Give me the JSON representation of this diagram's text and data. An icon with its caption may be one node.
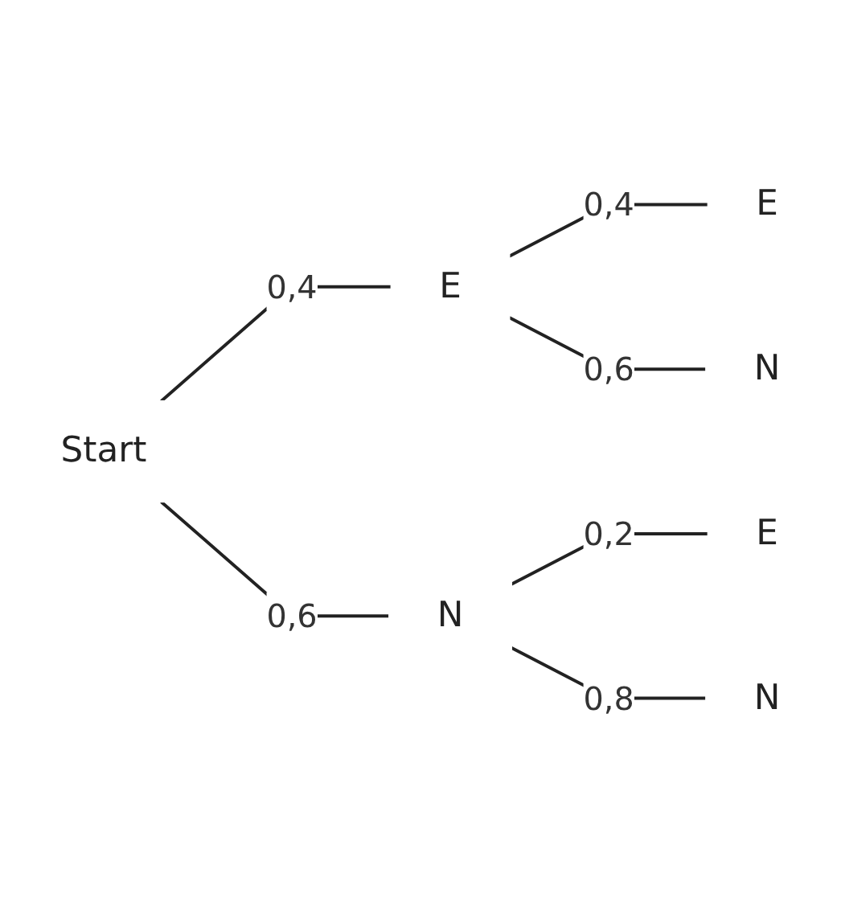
{
  "diagram": {
    "nodes": [
      {
        "text": [
          "Start"
        ]
      },
      {
        "text": [
          "E"
        ]
      },
      {
        "text": [
          "N"
        ]
      },
      {
        "text": [
          "E"
        ]
      },
      {
        "text": [
          "N"
        ]
      },
      {
        "text": [
          "E"
        ]
      },
      {
        "text": [
          "N"
        ]
      }
    ],
    "edges": [
      {
        "from": 0,
        "to": 1,
        "arrow": "none",
        "label": "0,4"
      },
      {
        "from": 0,
        "to": 2,
        "arrow": "none",
        "label": "0,6"
      },
      {
        "from": 1,
        "to": 3,
        "arrow": "none",
        "label": "0,4"
      },
      {
        "from": 1,
        "to": 4,
        "arrow": "none",
        "label": "0,6"
      },
      {
        "from": 2,
        "to": 5,
        "arrow": "none",
        "label": "0,2"
      },
      {
        "from": 2,
        "to": 6,
        "arrow": "none",
        "label": "0,8"
      }
    ]
  }
}
